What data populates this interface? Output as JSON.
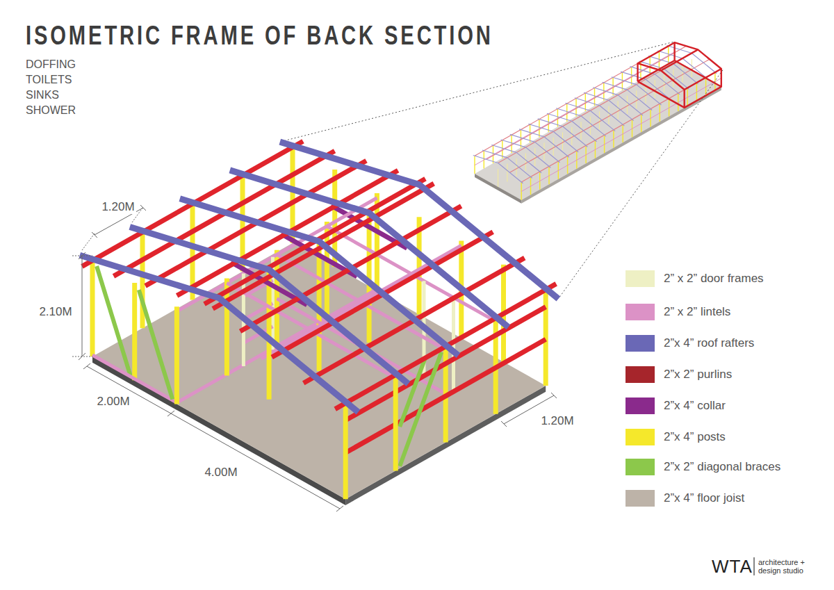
{
  "diagram": {
    "title": "ISOMETRIC FRAME OF BACK SECTION",
    "labels": [
      "DOFFING",
      "TOILETS",
      "SINKS",
      "SHOWER",
      "1.20M",
      "2.10M",
      "2.00M",
      "4.00M",
      "1.20M",
      "WTA",
      "architecture + design studio"
    ],
    "legend": [
      {
        "text": "2” x 2” door frames",
        "color": "#eef0c4"
      },
      {
        "text": "2” x 2” lintels",
        "color": "#dc92c6"
      },
      {
        "text": "2”x 4” roof rafters",
        "color": "#6a68b6"
      },
      {
        "text": "2”x 2” purlins",
        "color": "#a6252b"
      },
      {
        "text": "2”x 4” collar",
        "color": "#8a2a8c"
      },
      {
        "text": "2”x 4” posts",
        "color": "#f5e82b"
      },
      {
        "text": "2”x 2” diagonal braces",
        "color": "#8cc84b"
      },
      {
        "text": "2”x 4” floor joist",
        "color": "#bdb3a8"
      }
    ]
  }
}
